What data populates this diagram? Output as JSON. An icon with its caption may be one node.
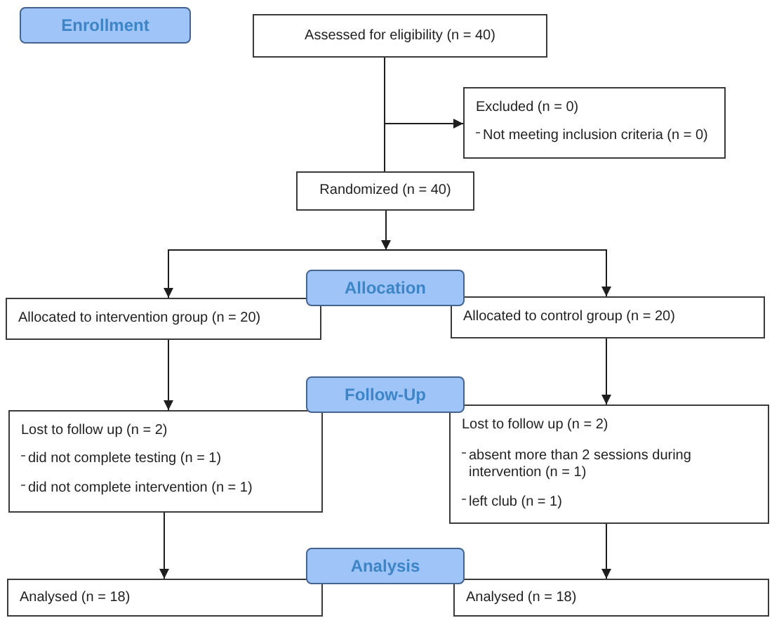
{
  "diagram": {
    "nodes": [
      {
        "text": [
          "Enrollment"
        ]
      },
      {
        "text": [
          "Assessed for eligibility (n = 40)"
        ]
      },
      {
        "text": [
          "Excluded (n = 0)",
          "Not meeting inclusion criteria (n = 0)"
        ]
      },
      {
        "text": [
          "Randomized (n = 40)"
        ]
      },
      {
        "text": [
          "Allocation"
        ]
      },
      {
        "text": [
          "Allocated to intervention group (n = 20)"
        ]
      },
      {
        "text": [
          "Allocated to control group (n = 20)"
        ]
      },
      {
        "text": [
          "Follow-Up"
        ]
      },
      {
        "text": [
          "Lost to follow up (n = 2)",
          "did not complete testing (n = 1)",
          "did not complete intervention (n = 1)"
        ]
      },
      {
        "text": [
          "Lost to follow up (n = 2)",
          "absent more than 2 sessions during intervention (n = 1)",
          "left club (n = 1)"
        ]
      },
      {
        "text": [
          "Analysis"
        ]
      },
      {
        "text": [
          "Analysed (n = 18)"
        ]
      },
      {
        "text": [
          "Analysed (n = 18)"
        ]
      }
    ],
    "edges": [
      {
        "from": 1,
        "to": 3,
        "arrow": "none"
      },
      {
        "from": 1,
        "to": 2,
        "arrow": "to"
      },
      {
        "from": 3,
        "to": 5,
        "arrow": "to"
      },
      {
        "from": 3,
        "to": 6,
        "arrow": "to"
      },
      {
        "from": 5,
        "to": 8,
        "arrow": "to"
      },
      {
        "from": 6,
        "to": 9,
        "arrow": "to"
      },
      {
        "from": 8,
        "to": 11,
        "arrow": "to"
      },
      {
        "from": 9,
        "to": 12,
        "arrow": "to"
      }
    ]
  }
}
